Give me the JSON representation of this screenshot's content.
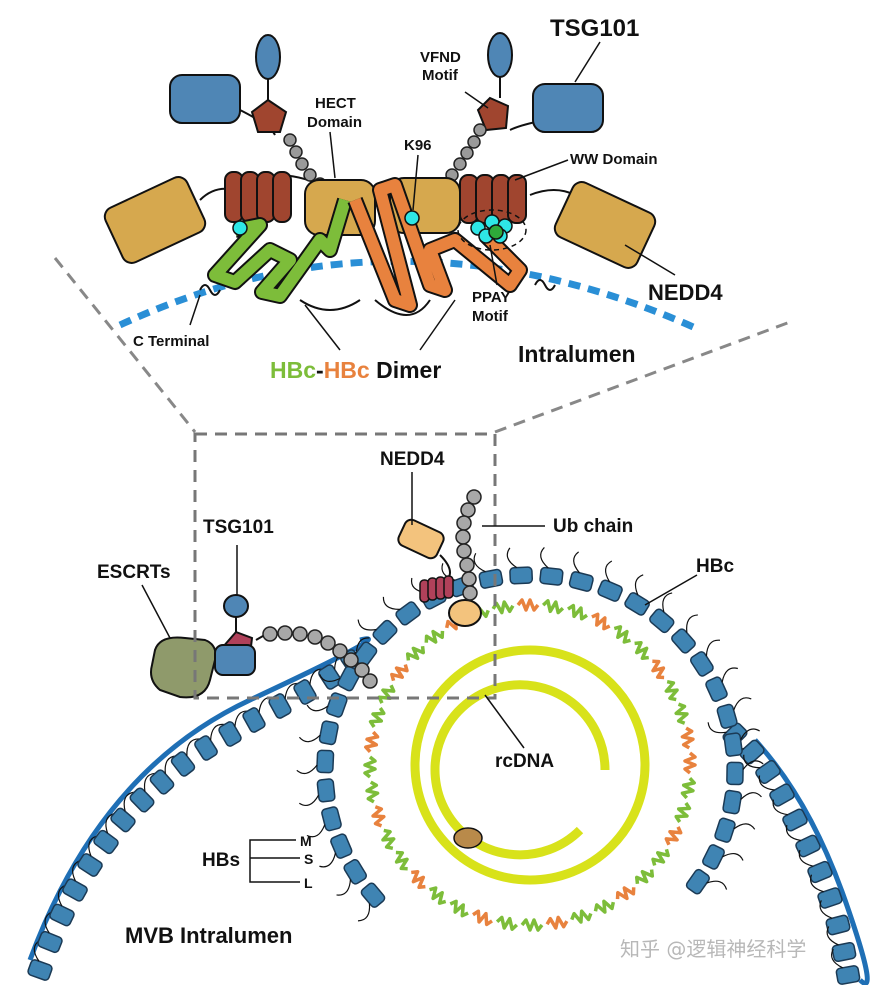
{
  "top_panel": {
    "tsg101_label": "TSG101",
    "vfnd_line1": "VFND",
    "vfnd_line2": "Motif",
    "hect_line1": "HECT",
    "hect_line2": "Domain",
    "k96_label": "K96",
    "ww_domain_label": "WW Domain",
    "nedd4_label": "NEDD4",
    "ppay_line1": "PPAY",
    "ppay_line2": "Motif",
    "c_terminal_label": "C Terminal",
    "dimer_part1": "HBc",
    "dimer_dash": "-",
    "dimer_part2": "HBc",
    "dimer_part3": " Dimer",
    "intralumen_label": "Intralumen"
  },
  "bottom_panel": {
    "nedd4_label": "NEDD4",
    "ub_chain_label": "Ub chain",
    "tsg101_label": "TSG101",
    "escrts_label": "ESCRTs",
    "hbc_label": "HBc",
    "rcdna_label": "rcDNA",
    "hbs_label": "HBs",
    "hbs_m": "M",
    "hbs_s": "S",
    "hbs_l": "L",
    "mvb_label": "MVB Intralumen"
  },
  "watermark": "知乎 @逻辑神经科学",
  "colors": {
    "tsg101_blue": "#4f86b5",
    "tsg101_text": "#3a9cc8",
    "nedd4_gold": "#d6a84e",
    "nedd4_text": "#c9a227",
    "ww_brown": "#a0452f",
    "hbc_green": "#7dbd3a",
    "hbc_orange": "#e8823e",
    "membrane_blue": "#2a8fd6",
    "hbs_blue": "#3f84b3",
    "rcdna_yellow": "#d8e21a",
    "escrt_olive": "#8f9a6b",
    "cyan_bead": "#2ee6e6"
  }
}
